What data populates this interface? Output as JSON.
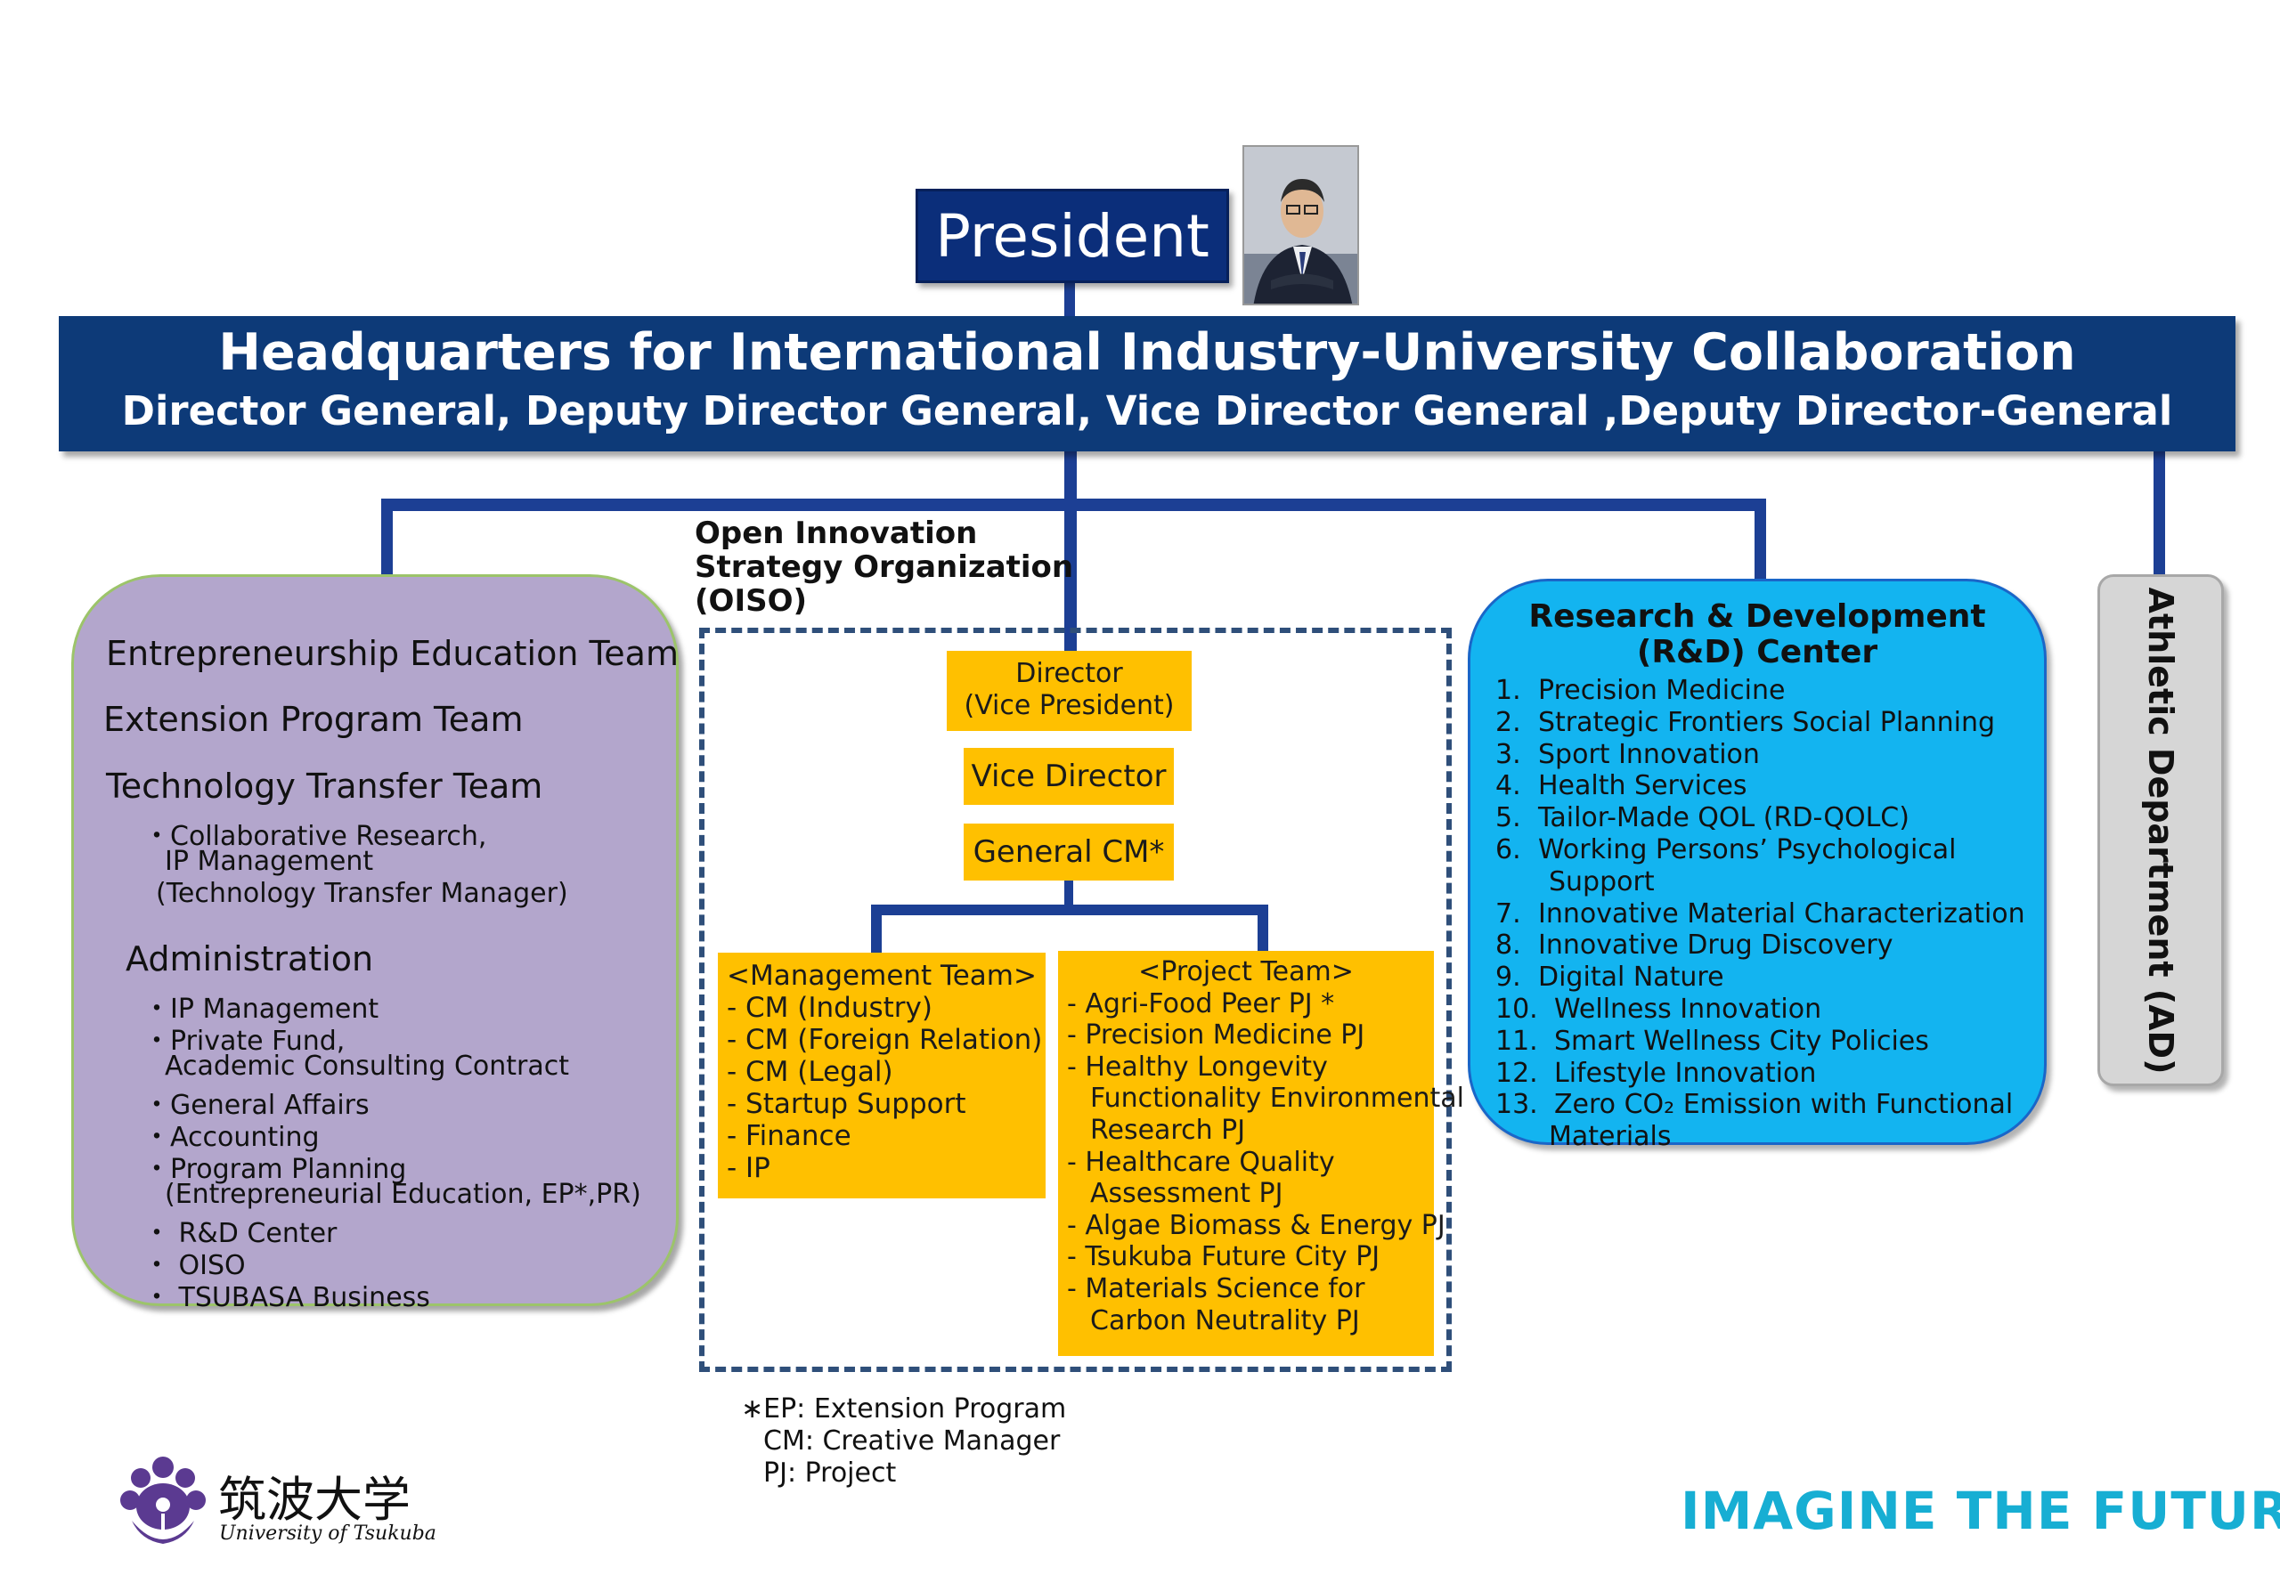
{
  "president": {
    "label": "President"
  },
  "headquarters": {
    "title": "Headquarters for International Industry-University Collaboration",
    "subtitle": "Director General, Deputy Director General, Vice Director General ,Deputy Director-General"
  },
  "left_box": {
    "teams": [
      "Entrepreneurship Education Team",
      "Extension Program Team",
      "Technology Transfer Team"
    ],
    "tech_transfer_items": [
      "・Collaborative Research,",
      "IP Management",
      "(Technology Transfer Manager)"
    ],
    "admin_title": "Administration",
    "admin_items": [
      "・IP Management",
      "・Private Fund,",
      "Academic Consulting Contract",
      "・General Affairs",
      "・Accounting",
      "・Program Planning",
      "(Entrepreneurial Education, EP*,PR)",
      "・ R&D Center",
      "・ OISO",
      "・ TSUBASA Business"
    ]
  },
  "oiso": {
    "label_lines": [
      "Open Innovation",
      "Strategy Organization",
      "(OISO)"
    ],
    "director_lines": [
      "Director",
      "(Vice President)"
    ],
    "vice_director": "Vice Director",
    "general_cm": "General CM*",
    "management_team": {
      "header": "<Management Team>",
      "items": [
        "- CM (Industry)",
        "- CM (Foreign Relation)",
        "- CM (Legal)",
        "- Startup Support",
        "- Finance",
        "- IP"
      ]
    },
    "project_team": {
      "header": "<Project Team>",
      "items": [
        "- Agri-Food Peer PJ *",
        "- Precision Medicine PJ",
        "- Healthy Longevity",
        "Functionality Environmental",
        "Research PJ",
        "- Healthcare Quality",
        "Assessment PJ",
        "- Algae Biomass & Energy PJ",
        "- Tsukuba Future City PJ",
        "- Materials Science for",
        "Carbon Neutrality PJ"
      ]
    }
  },
  "rd_center": {
    "title_lines": [
      "Research & Development",
      "(R&D) Center"
    ],
    "items": [
      {
        "num": "1.",
        "text": "Precision Medicine"
      },
      {
        "num": "2.",
        "text": "Strategic Frontiers Social Planning"
      },
      {
        "num": "3.",
        "text": "Sport Innovation"
      },
      {
        "num": "4.",
        "text": "Health Services"
      },
      {
        "num": "5.",
        "text": "Tailor-Made QOL (RD-QOLC)"
      },
      {
        "num": "6.",
        "text": "Working Persons’ Psychological"
      },
      {
        "num": "",
        "text": "Support"
      },
      {
        "num": "7.",
        "text": "Innovative Material Characterization"
      },
      {
        "num": "8.",
        "text": "Innovative Drug Discovery"
      },
      {
        "num": "9.",
        "text": "Digital Nature"
      },
      {
        "num": "10.",
        "text": "Wellness Innovation"
      },
      {
        "num": "11.",
        "text": "Smart Wellness City Policies"
      },
      {
        "num": "12.",
        "text": "Lifestyle Innovation"
      },
      {
        "num": "13.",
        "text": "Zero CO₂ Emission with Functional"
      },
      {
        "num": "",
        "text": "Materials"
      }
    ]
  },
  "athletic_department": {
    "label": "Athletic Department (AD)"
  },
  "footnote": {
    "lines": [
      "∗EP: Extension Program",
      "CM: Creative Manager",
      "PJ: Project"
    ]
  },
  "logo": {
    "japanese": "筑波大学",
    "english": "University of Tsukuba"
  },
  "tagline": "IMAGINE THE FUTURE.",
  "colors": {
    "navy": "#0d3a78",
    "connector": "#1c3f94",
    "purple_box": "#b3a6cc",
    "yellow_box": "#ffc000",
    "rd_blue": "#13b4f0",
    "ad_gray": "#d6d6d6",
    "tagline": "#17aed3",
    "logo_purple": "#5b3a91"
  }
}
